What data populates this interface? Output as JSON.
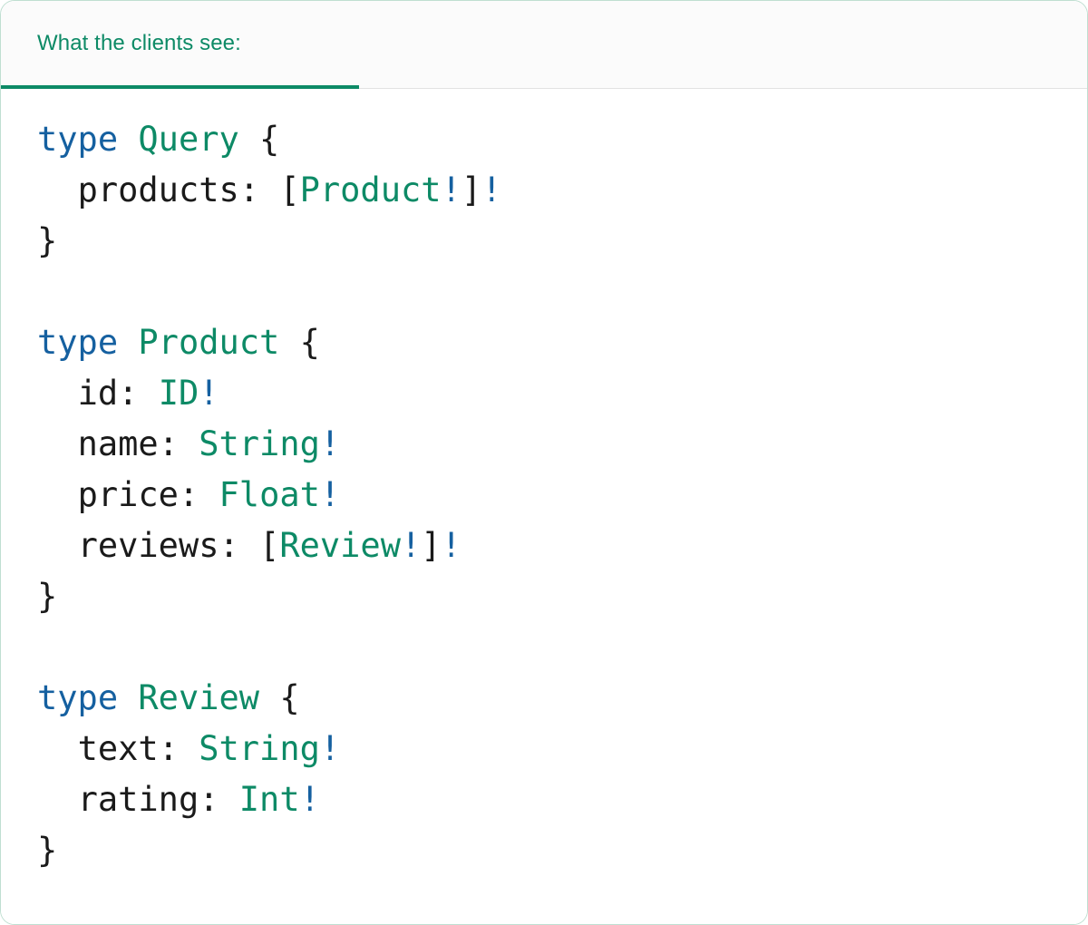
{
  "card": {
    "accent_color": "#0d8a66",
    "border_color": "#bfdfd1",
    "header_bg": "#fbfbfb",
    "body_bg": "#ffffff"
  },
  "header": {
    "tab_label": "What the clients see:"
  },
  "code": {
    "language": "graphql",
    "colors": {
      "keyword": "#1560a0",
      "type_name": "#0d8a66",
      "punctuation": "#1a1a1a",
      "field_name": "#1a1a1a",
      "non_null_bang": "#1560a0"
    },
    "raw_text": "type Query {\n  products: [Product!]!\n}\n\ntype Product {\n  id: ID!\n  name: String!\n  price: Float!\n  reviews: [Review!]!\n}\n\ntype Review {\n  text: String!\n  rating: Int!\n}",
    "lines": [
      {
        "id": "l1",
        "tokens": [
          {
            "t": "type",
            "c": "kw"
          },
          {
            "t": " ",
            "c": "plain"
          },
          {
            "t": "Query",
            "c": "type"
          },
          {
            "t": " {",
            "c": "punct"
          }
        ]
      },
      {
        "id": "l2",
        "tokens": [
          {
            "t": "  ",
            "c": "plain"
          },
          {
            "t": "products",
            "c": "field"
          },
          {
            "t": ": [",
            "c": "punct"
          },
          {
            "t": "Product",
            "c": "type"
          },
          {
            "t": "!",
            "c": "bang"
          },
          {
            "t": "]",
            "c": "punct"
          },
          {
            "t": "!",
            "c": "bang"
          }
        ]
      },
      {
        "id": "l3",
        "tokens": [
          {
            "t": "}",
            "c": "punct"
          }
        ]
      },
      {
        "id": "l4",
        "tokens": []
      },
      {
        "id": "l5",
        "tokens": [
          {
            "t": "type",
            "c": "kw"
          },
          {
            "t": " ",
            "c": "plain"
          },
          {
            "t": "Product",
            "c": "type"
          },
          {
            "t": " {",
            "c": "punct"
          }
        ]
      },
      {
        "id": "l6",
        "tokens": [
          {
            "t": "  ",
            "c": "plain"
          },
          {
            "t": "id",
            "c": "field"
          },
          {
            "t": ": ",
            "c": "punct"
          },
          {
            "t": "ID",
            "c": "type"
          },
          {
            "t": "!",
            "c": "bang"
          }
        ]
      },
      {
        "id": "l7",
        "tokens": [
          {
            "t": "  ",
            "c": "plain"
          },
          {
            "t": "name",
            "c": "field"
          },
          {
            "t": ": ",
            "c": "punct"
          },
          {
            "t": "String",
            "c": "type"
          },
          {
            "t": "!",
            "c": "bang"
          }
        ]
      },
      {
        "id": "l8",
        "tokens": [
          {
            "t": "  ",
            "c": "plain"
          },
          {
            "t": "price",
            "c": "field"
          },
          {
            "t": ": ",
            "c": "punct"
          },
          {
            "t": "Float",
            "c": "type"
          },
          {
            "t": "!",
            "c": "bang"
          }
        ]
      },
      {
        "id": "l9",
        "tokens": [
          {
            "t": "  ",
            "c": "plain"
          },
          {
            "t": "reviews",
            "c": "field"
          },
          {
            "t": ": [",
            "c": "punct"
          },
          {
            "t": "Review",
            "c": "type"
          },
          {
            "t": "!",
            "c": "bang"
          },
          {
            "t": "]",
            "c": "punct"
          },
          {
            "t": "!",
            "c": "bang"
          }
        ]
      },
      {
        "id": "l10",
        "tokens": [
          {
            "t": "}",
            "c": "punct"
          }
        ]
      },
      {
        "id": "l11",
        "tokens": []
      },
      {
        "id": "l12",
        "tokens": [
          {
            "t": "type",
            "c": "kw"
          },
          {
            "t": " ",
            "c": "plain"
          },
          {
            "t": "Review",
            "c": "type"
          },
          {
            "t": " {",
            "c": "punct"
          }
        ]
      },
      {
        "id": "l13",
        "tokens": [
          {
            "t": "  ",
            "c": "plain"
          },
          {
            "t": "text",
            "c": "field"
          },
          {
            "t": ": ",
            "c": "punct"
          },
          {
            "t": "String",
            "c": "type"
          },
          {
            "t": "!",
            "c": "bang"
          }
        ]
      },
      {
        "id": "l14",
        "tokens": [
          {
            "t": "  ",
            "c": "plain"
          },
          {
            "t": "rating",
            "c": "field"
          },
          {
            "t": ": ",
            "c": "punct"
          },
          {
            "t": "Int",
            "c": "type"
          },
          {
            "t": "!",
            "c": "bang"
          }
        ]
      },
      {
        "id": "l15",
        "tokens": [
          {
            "t": "}",
            "c": "punct"
          }
        ]
      }
    ]
  }
}
